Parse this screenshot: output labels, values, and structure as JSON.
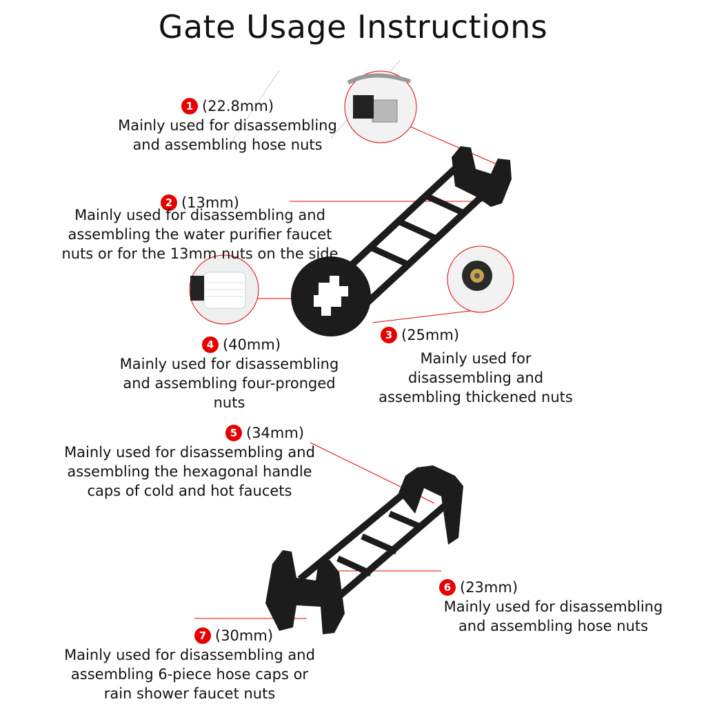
{
  "title": "Gate Usage Instructions",
  "accent_color": "#e60000",
  "tool_color": "#1c1c1c",
  "notes": [
    {
      "number": "1",
      "size": "(22.8mm)",
      "description": "Mainly used for disassembling\nand assembling hose nuts"
    },
    {
      "number": "2",
      "size": "(13mm)",
      "description": "Mainly used for disassembling and\nassembling the water purifier faucet\nnuts or for the 13mm nuts on the side"
    },
    {
      "number": "3",
      "size": "(25mm)",
      "description": "Mainly used for\ndisassembling and\nassembling thickened nuts"
    },
    {
      "number": "4",
      "size": "(40mm)",
      "description": "Mainly used for disassembling\nand assembling four-pronged\nnuts"
    },
    {
      "number": "5",
      "size": "(34mm)",
      "description": "Mainly used for disassembling and\nassembling the hexagonal handle\ncaps of cold and hot faucets"
    },
    {
      "number": "6",
      "size": "(23mm)",
      "description": "Mainly used for disassembling\nand assembling hose nuts"
    },
    {
      "number": "7",
      "size": "(30mm)",
      "description": "Mainly used for disassembling and\nassembling 6-piece hose caps or\nrain shower faucet nuts"
    }
  ]
}
